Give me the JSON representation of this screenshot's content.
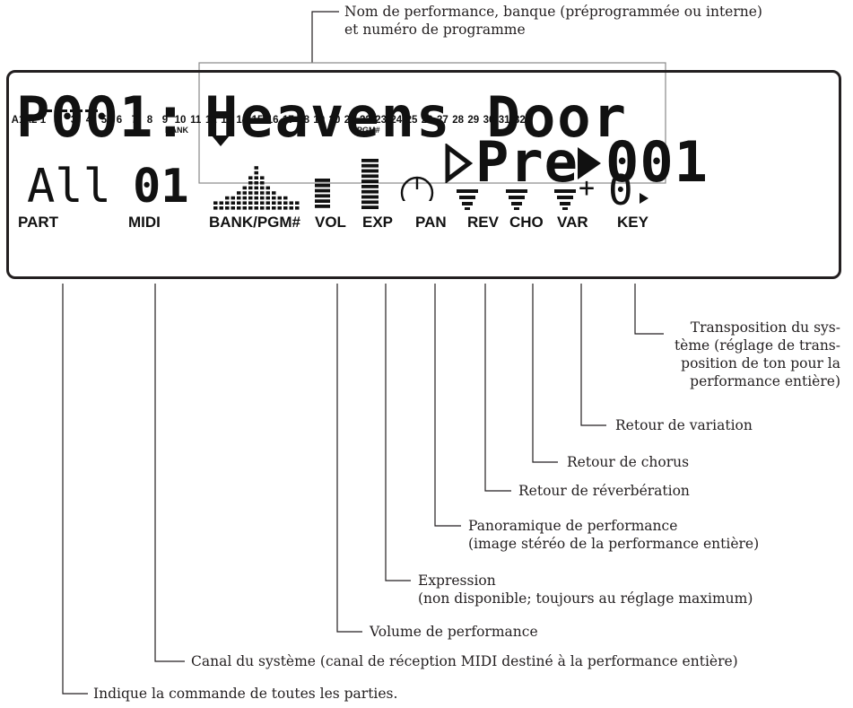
{
  "display": {
    "perf_number": "P001:",
    "perf_name": "Heavens Door",
    "bank": "Pre",
    "program": "001",
    "part_value": "All",
    "midi_value": "01",
    "key_sign": "+",
    "key_value": "0",
    "part_numbers": [
      "A1",
      "A2",
      "1",
      "2",
      "3",
      "4",
      "5",
      "6",
      "7",
      "8",
      "9",
      "10",
      "11",
      "12",
      "13",
      "14",
      "15",
      "16",
      "17",
      "18",
      "19",
      "20",
      "21",
      "22",
      "23",
      "24",
      "25",
      "26",
      "27",
      "28",
      "29",
      "30",
      "31",
      "32"
    ],
    "bank_sub": "BANK",
    "pgm_sub": "PGM#",
    "labels": {
      "part": "PART",
      "midi": "MIDI",
      "bank_pgm": "BANK/PGM#",
      "vol": "VOL",
      "exp": "EXP",
      "pan": "PAN",
      "rev": "REV",
      "cho": "CHO",
      "var": "VAR",
      "key": "KEY"
    }
  },
  "annotations": {
    "name_bank_line1": "Nom de performance, banque (préprogrammée ou interne)",
    "name_bank_line2": "et numéro de programme",
    "key_line1": "Transposition du sys-",
    "key_line2": "tème (réglage de trans-",
    "key_line3": "position de ton pour la",
    "key_line4": "performance entière)",
    "var": "Retour de variation",
    "cho": "Retour de chorus",
    "rev": "Retour de réverbération",
    "pan_line1": "Panoramique de performance",
    "pan_line2": "(image stéréo de la performance entière)",
    "exp_line1": "Expression",
    "exp_line2": "(non disponible; toujours au réglage maximum)",
    "vol": "Volume de performance",
    "midi": "Canal du système (canal de réception MIDI destiné à la performance entière)",
    "part": "Indique la commande de toutes les parties."
  }
}
